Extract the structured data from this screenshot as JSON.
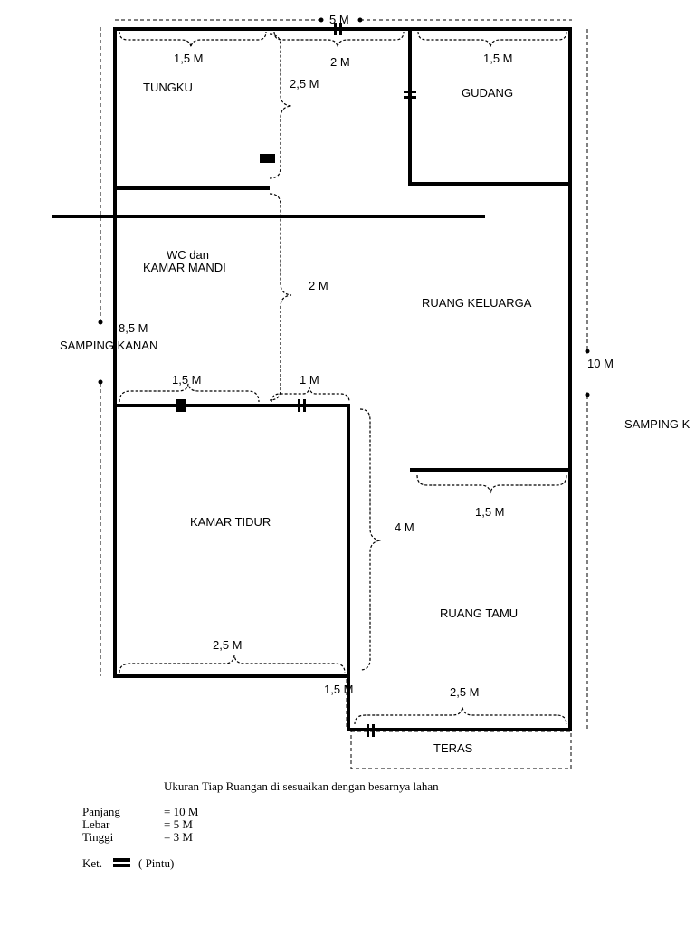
{
  "rooms": {
    "tungku": "TUNGKU",
    "gudang": "GUDANG",
    "wc_line1": "WC dan",
    "wc_line2": "KAMAR MANDI",
    "ruang_keluarga": "RUANG KELUARGA",
    "kamar_tidur": "KAMAR TIDUR",
    "ruang_tamu": "RUANG TAMU",
    "teras": "TERAS"
  },
  "sides": {
    "left": "SAMPING KANAN",
    "right": "SAMPING K"
  },
  "dimensions": {
    "top_total": "5 M",
    "tungku_width": "1,5 M",
    "hall_width": "2 M",
    "gudang_width": "1,5 M",
    "tungku_depth": "2,5 M",
    "wc_depth": "2 M",
    "left_length": "8,5 M",
    "right_length": "10 M",
    "kamar_door_left": "1,5 M",
    "kamar_door_right": "1 M",
    "tamu_wall": "1,5 M",
    "kamar_depth": "4 M",
    "kamar_bottom": "2,5 M",
    "teras_offset": "1,5 M",
    "teras_width": "2,5 M"
  },
  "notes": {
    "caption": "Ukuran Tiap Ruangan di sesuaikan dengan besarnya lahan",
    "panjang_label": "Panjang",
    "panjang_value": "= 10 M",
    "lebar_label": "Lebar",
    "lebar_value": "= 5 M",
    "tinggi_label": "Tinggi",
    "tinggi_value": "= 3 M",
    "ket_label": "Ket.",
    "ket_value": "( Pintu)"
  }
}
